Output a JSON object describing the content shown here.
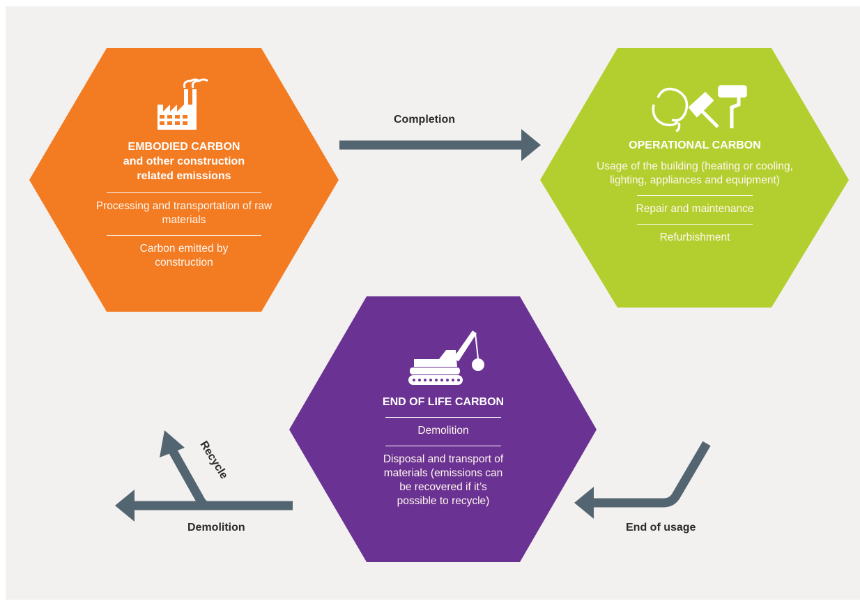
{
  "colors": {
    "background": "#f3f1ef",
    "embodied": "#f37c23",
    "operational": "#b3cf2f",
    "end_of_life": "#6a3292",
    "arrow": "#536571",
    "label_text": "#2b2b2b"
  },
  "embodied": {
    "icon": "factory-icon",
    "title_line1": "EMBODIED CARBON",
    "title_line2": "and other construction",
    "title_line3": "related emissions",
    "items": [
      "Processing and transportation of raw materials",
      "Carbon emitted by construction"
    ]
  },
  "operational": {
    "icon": "paint-tools-icon",
    "title": "OPERATIONAL CARBON",
    "items": [
      "Usage of the building (heating or cooling, lighting, appliances and equipment)",
      "Repair and maintenance",
      "Refurbishment"
    ]
  },
  "end_of_life": {
    "icon": "demolition-crane-icon",
    "title": "END OF LIFE CARBON",
    "items": [
      "Demolition",
      "Disposal and transport of materials (emissions can be recovered if it’s possible to recycle)"
    ]
  },
  "arrows": {
    "completion": "Completion",
    "end_of_usage": "End of usage",
    "demolition": "Demolition",
    "recycle": "Recycle"
  }
}
